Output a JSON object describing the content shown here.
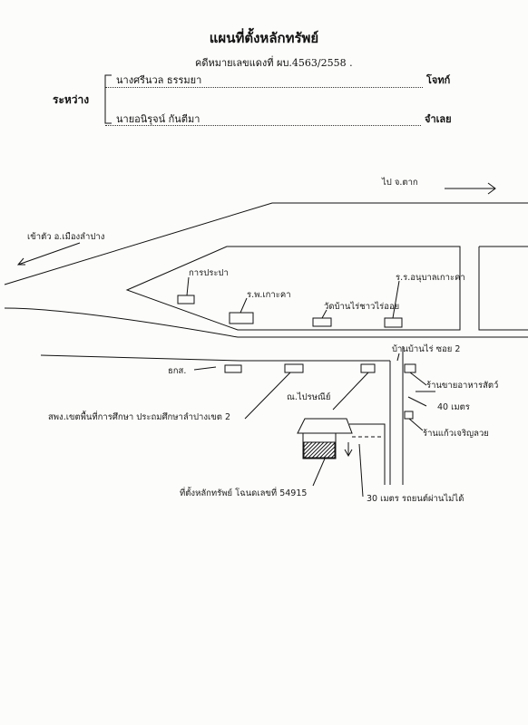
{
  "document": {
    "title": "แผนที่ตั้งหลักทรัพย์",
    "case_number_text": "คดีหมายเลขแดงที่  ผบ.4563/2558 .",
    "between_label": "ระหว่าง",
    "plaintiff": {
      "name": "นางศรีนวล  ธรรมยา",
      "role": "โจทก์"
    },
    "defendant": {
      "name": "นายอนิรุจน์  กันตีมา",
      "role": "จำเลย"
    }
  },
  "map_labels": {
    "to_tak": "ไป  จ.ตาก",
    "from_lampang": "เข้าตัว  อ.เมืองลำปาง",
    "waterworks": "การประปา",
    "hospital": "ร.พ.เกาะคา",
    "temple": "วัดบ้านไร่ชาวไร่ออย",
    "school_kohkha": "ร.ร.อนุบาลเกาะคา",
    "soi": "บ้านบ้านไร่  ซอย 2",
    "bank": "ธกส.",
    "post_office": "ณ.ไปรษณีย์",
    "education_office": "สพง.เขตพื้นที่การศึกษา ประถมศึกษาลำปางเขต 2",
    "animal_feed_shop": "ร้านขายอาหารสัตว์",
    "distance_40m": "40 เมตร",
    "jewelry_shop": "ร้านแก้วเจริญลวย",
    "property_location": "ที่ตั้งหลักทรัพย์  โฉนดเลขที่  54915",
    "distance_30m": "30 เมตร รถยนต์ผ่านไม่ได้"
  }
}
